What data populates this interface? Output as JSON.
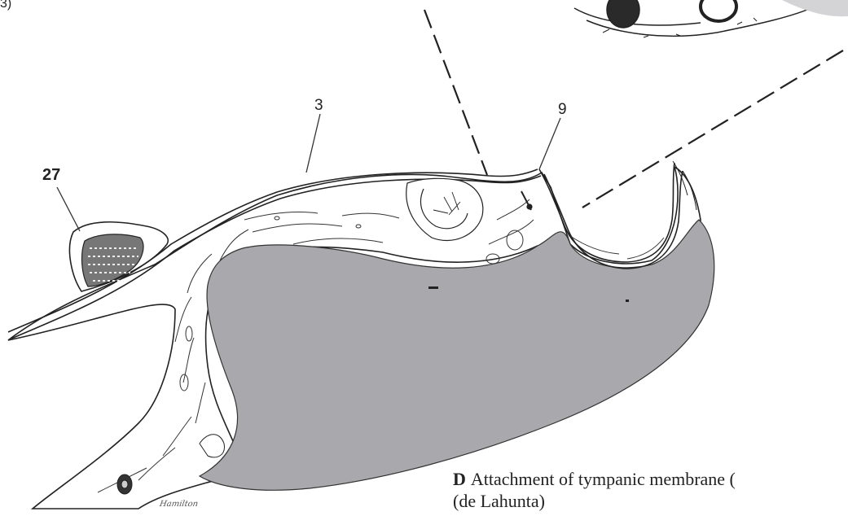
{
  "labels": {
    "corner": "3)",
    "l27": "27",
    "l3": "3",
    "l9": "9"
  },
  "caption": {
    "letter": "D",
    "line1": "Attachment of tympanic membrane (",
    "line2": "(de Lahunta)"
  },
  "signature": "Hamilton",
  "colors": {
    "cavity": "#a9a9ad",
    "ink": "#222222",
    "paper": "#ffffff",
    "inset_gray": "#d4d4d6"
  }
}
